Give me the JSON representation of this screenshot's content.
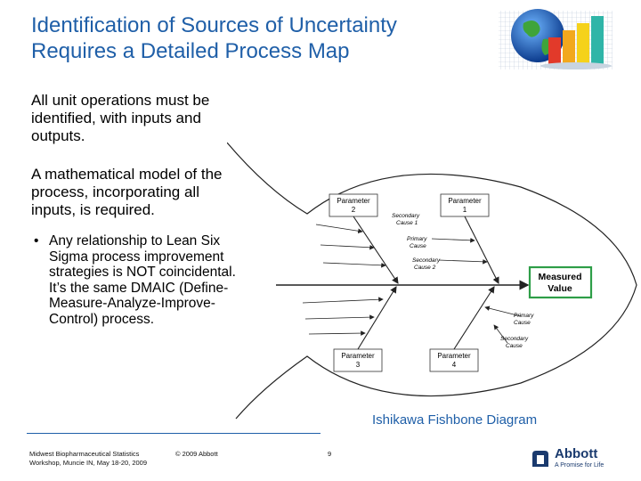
{
  "title": {
    "line1": "Identification of Sources of Uncertainty",
    "line2": "Requires a Detailed Process Map"
  },
  "header_graphic": {
    "icon": "globe-bar-chart-icon"
  },
  "body": {
    "para1": [
      "All unit operations must be",
      "identified, with inputs and",
      "outputs."
    ],
    "para2": [
      "A mathematical model of the",
      "process, incorporating all",
      "inputs, is required."
    ],
    "bullet": {
      "symbol": "•",
      "lines": [
        "Any relationship to Lean Six",
        "Sigma process improvement",
        "strategies is NOT coincidental.",
        "It’s the same DMAIC (Define-",
        "Measure-Analyze-Improve-",
        "Control) process."
      ]
    }
  },
  "diagram": {
    "param2": [
      "Parameter",
      "2"
    ],
    "param1": [
      "Parameter",
      "1"
    ],
    "param3": [
      "Parameter",
      "3"
    ],
    "param4": [
      "Parameter",
      "4"
    ],
    "secondary_cause_1": [
      "Secondary",
      "Cause 1"
    ],
    "primary_cause_top": [
      "Primary",
      "Cause"
    ],
    "secondary_cause_2": [
      "Secondary",
      "Cause 2"
    ],
    "measured_value": [
      "Measured",
      "Value"
    ],
    "primary_cause_bottom": [
      "Primary",
      "Cause"
    ],
    "secondary_cause_bottom": [
      "Secondary",
      "Cause"
    ],
    "caption": "Ishikawa Fishbone Diagram",
    "colors": {
      "head_border": "#2e9e48",
      "accent": "#1f5fa8"
    }
  },
  "footer": {
    "event": [
      "Midwest Biopharmaceutical Statistics",
      "Workshop, Muncie IN, May 18-20, 2009"
    ],
    "copyright": "© 2009 Abbott",
    "page_number": "9",
    "logo_name": "Abbott",
    "logo_tagline": "A Promise for Life"
  }
}
